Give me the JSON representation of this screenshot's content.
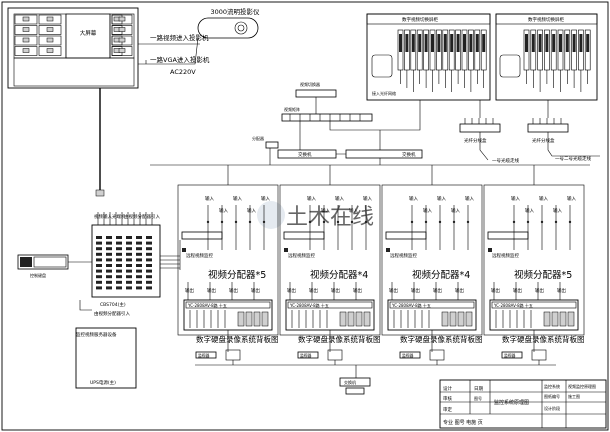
{
  "projector": {
    "name": "3000流明投影仪",
    "video_in": "一路视频进入投影机",
    "vga_in": "一路VGA进入投影机",
    "power": "AC220V"
  },
  "control_room": {
    "screen_label": "大屏幕"
  },
  "cabinets": {
    "left_title": "数字视频切换屏柜",
    "right_title": "数字视频切换屏柜"
  },
  "rack_labels": [
    {
      "text": "光纤分线盒"
    },
    {
      "text": "光纤分线盒"
    }
  ],
  "fiber_labels": {
    "first": "一号光缆走线",
    "second": "一号二号光缆走线"
  },
  "small_labels": {
    "upper_box": "视频切换器",
    "switch_row": "视频矩阵",
    "splitter": "分配器",
    "switch_a": "交换机",
    "switch_b": "交换机",
    "vga_note": "接入光纤网络"
  },
  "matrix": {
    "input_note": "视频输入光端机",
    "power_note": "由视频分配器引入",
    "model": "CBS704(主)",
    "keyboard": "控制键盘",
    "printer_note": "由视频分配器引入",
    "server_note": "监控视频服务器设备",
    "ups": "UPS电源(主)"
  },
  "input_label": "输入",
  "output_label": "输出",
  "watermark": "土木在线",
  "sections": [
    {
      "splitter_label": "视频分配器*5",
      "dvr_label": "数字硬盘录像系统背板图",
      "dvr_model": "YC-2808AV-8路 十五",
      "remote_label": "远程视频监控",
      "monitor_label": "监视器"
    },
    {
      "splitter_label": "视频分配器*4",
      "dvr_label": "数字硬盘录像系统背板图",
      "dvr_model": "YC-2808AV-8路 十五",
      "remote_label": "远程视频监控",
      "monitor_label": "监视器"
    },
    {
      "splitter_label": "视频分配器*4",
      "dvr_label": "数字硬盘录像系统背板图",
      "dvr_model": "YC-2808AV-8路 十五",
      "remote_label": "远程视频监控",
      "monitor_label": "监视器"
    },
    {
      "splitter_label": "视频分配器*5",
      "dvr_label": "数字硬盘录像系统背板图",
      "dvr_model": "YC-2808AV-8路 十五",
      "remote_label": "远程视频监控",
      "monitor_label": "监视器"
    }
  ],
  "bottom_hub": "交换机",
  "title_block": {
    "drawing_title": "监控系统原理图",
    "rows": [
      "设计",
      "审核",
      "审定"
    ],
    "date_label": "日期",
    "scale_label": "图号",
    "right_rows": [
      "监控系统",
      "图纸编号",
      "设计阶段"
    ],
    "right_values": [
      "视频监控原理图",
      "施工图",
      ""
    ],
    "footer": "专业  图号  电施  页"
  }
}
